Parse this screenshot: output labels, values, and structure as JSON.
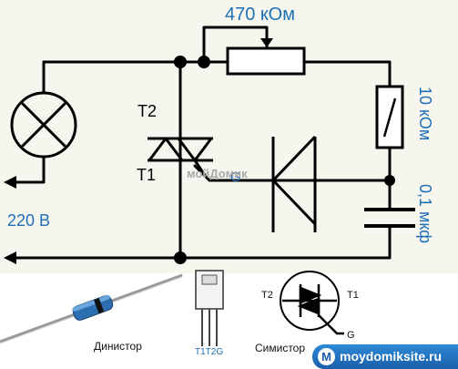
{
  "circuit": {
    "pot_value": "470 кОм",
    "resistor_value": "10 кОм",
    "capacitor_value": "0,1 мкф",
    "voltage": "220 В",
    "triac_t2": "T2",
    "triac_t1": "T1",
    "triac_g": "G",
    "watermark": "мойДомик"
  },
  "legend": {
    "dinistor_label": "Динистор",
    "package_pins": "T1T2G",
    "simistor_label": "Симистор",
    "symbol_t2": "T2",
    "symbol_t1": "T1",
    "symbol_g": "G"
  },
  "site": {
    "logo_glyph": "M",
    "url": "moydomiksite.ru"
  },
  "colors": {
    "label_blue": "#1f6fb6",
    "panel_bg": "#f6f6ee",
    "badge_blue": "#1a5ea8"
  }
}
